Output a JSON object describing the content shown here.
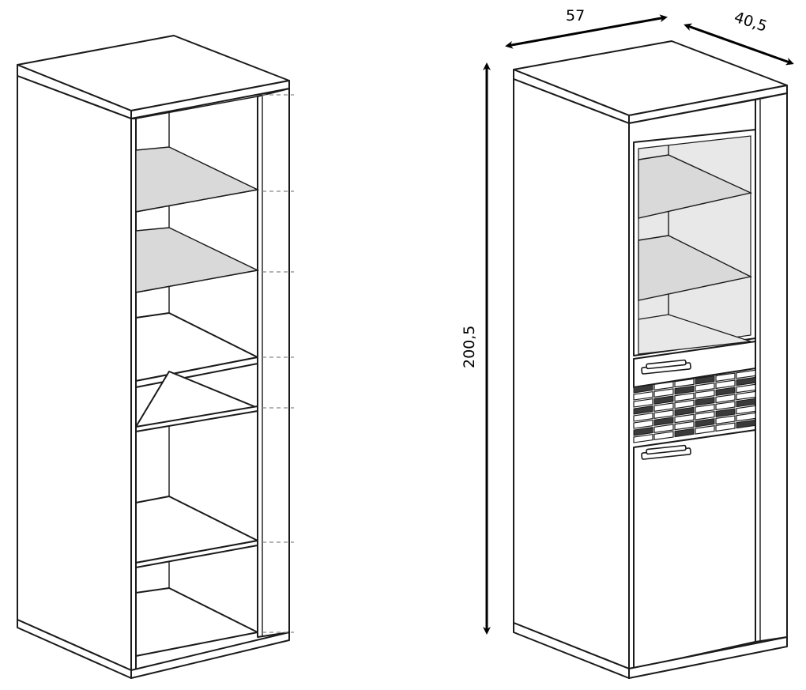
{
  "dimensions": {
    "width": "57",
    "depth": "40,5",
    "height": "200,5"
  },
  "icons": {
    "open_view": "cabinet-open-view-icon",
    "closed_view": "cabinet-closed-view-icon",
    "arrow": "double-arrow-icon"
  }
}
